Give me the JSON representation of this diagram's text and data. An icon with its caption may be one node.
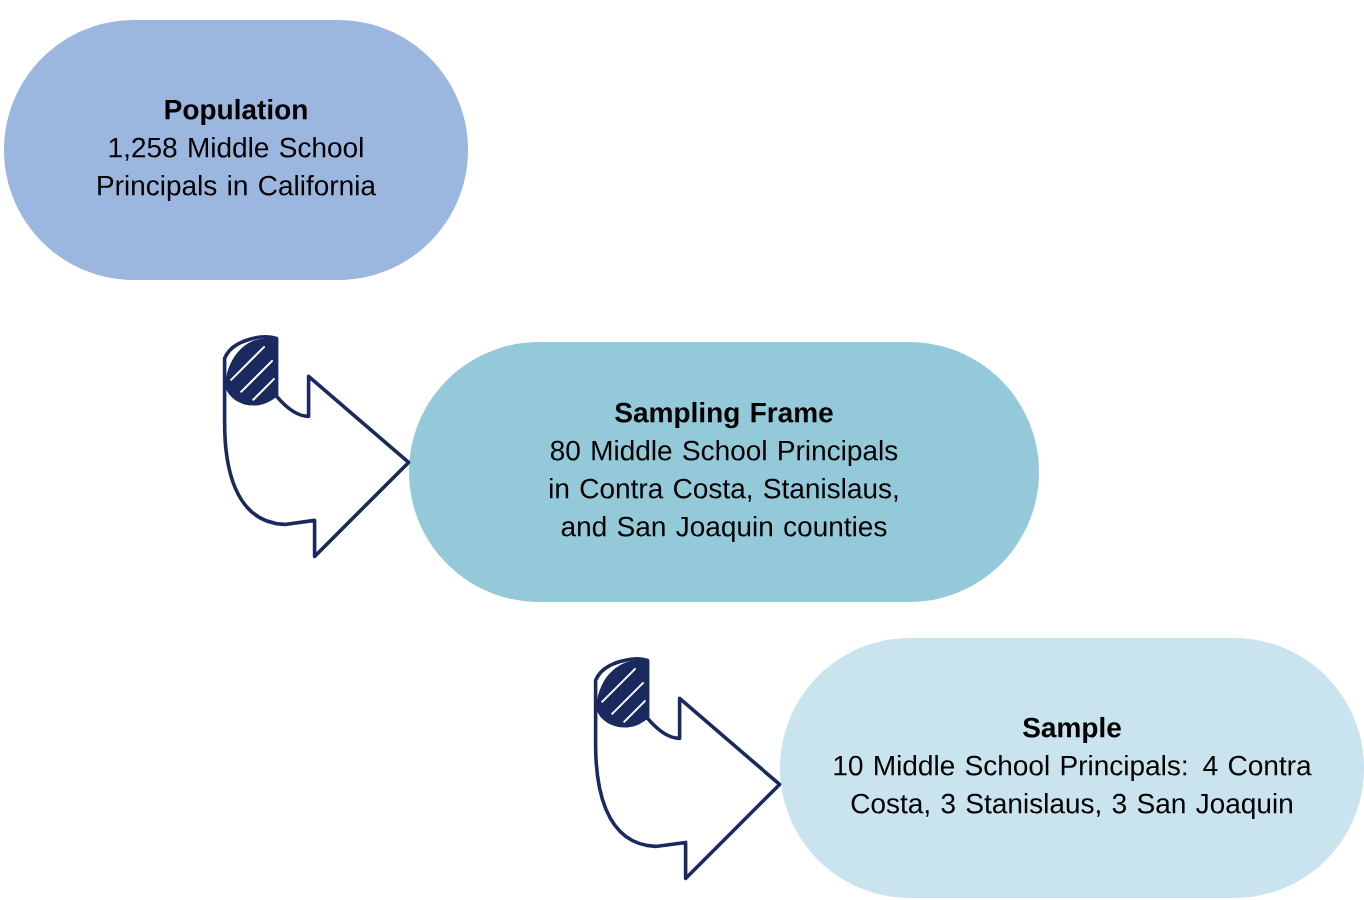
{
  "diagram": {
    "nodes": [
      {
        "text": [
          "Population",
          "1,258 Middle School Principals in California"
        ]
      },
      {
        "text": [
          "Sampling Frame",
          "80 Middle School Principals in Contra Costa, Stanislaus, and San Joaquin counties"
        ]
      },
      {
        "text": [
          "Sample",
          "10 Middle School Principals: 4 Contra Costa, 3 Stanislaus, 3 San Joaquin"
        ]
      }
    ],
    "edges": [
      {
        "from": 0,
        "to": 1,
        "arrow": "to"
      },
      {
        "from": 1,
        "to": 2,
        "arrow": "to"
      }
    ]
  }
}
